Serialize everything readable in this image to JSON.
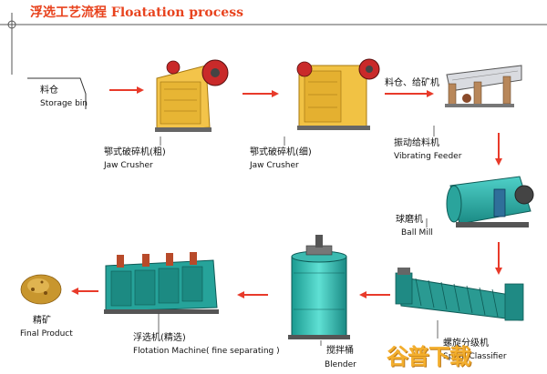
{
  "header": {
    "title": "浮选工艺流程 Floatation process"
  },
  "colors": {
    "title": "#e8431e",
    "arrow": "#e83a2a",
    "frame_line": "#555555",
    "watermark": "#f3a81c"
  },
  "steps": [
    {
      "id": "storage-bin",
      "label_cn": "料仓",
      "label_en": "Storage bin"
    },
    {
      "id": "jaw-crusher-coarse",
      "label_cn": "鄂式破碎机(粗)",
      "label_en": "Jaw Crusher"
    },
    {
      "id": "jaw-crusher-fine",
      "label_cn": "鄂式破碎机(细)",
      "label_en": "Jaw Crusher"
    },
    {
      "id": "vibrating-feeder",
      "label_cn": "振动给料机",
      "label_en": "Vibrating Feeder",
      "label_top": "料仓、给矿机"
    },
    {
      "id": "ball-mill",
      "label_cn": "球磨机",
      "label_en": "Ball Mill"
    },
    {
      "id": "spiral-classifier",
      "label_cn": "螺旋分级机",
      "label_en": "Spiral Classifier"
    },
    {
      "id": "blender",
      "label_cn": "搅拌桶",
      "label_en": "Blender"
    },
    {
      "id": "flotation-machine",
      "label_cn": "浮选机(精选)",
      "label_en": "Flotation Machine( fine separating )"
    },
    {
      "id": "final-product",
      "label_cn": "精矿",
      "label_en": "Final Product"
    }
  ],
  "watermark": {
    "text": "谷普下载"
  }
}
